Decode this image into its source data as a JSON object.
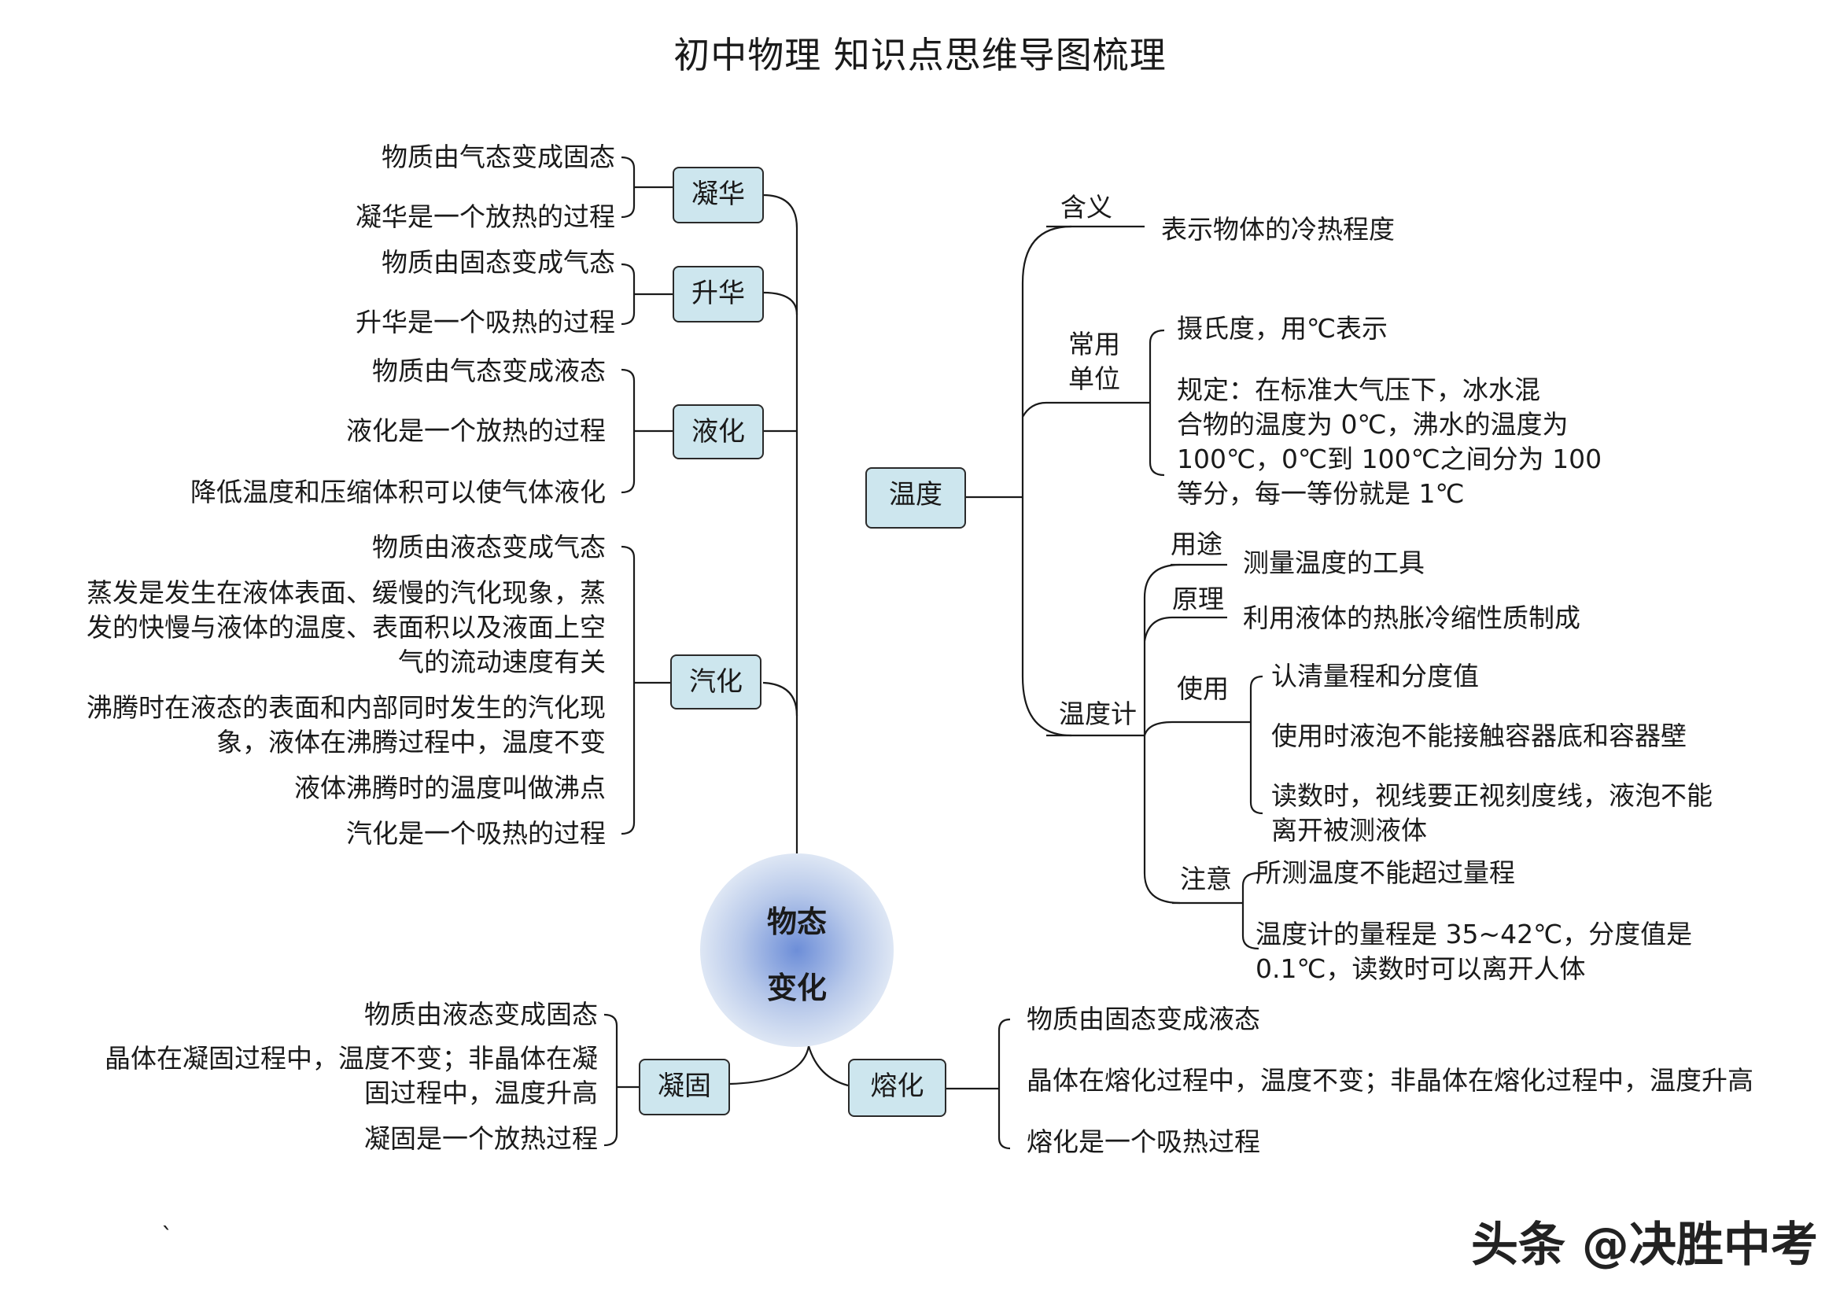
{
  "title": "初中物理  知识点思维导图梳理",
  "center": {
    "line1": "物态",
    "line2": "变化"
  },
  "ninghua": {
    "label": "凝华",
    "items": [
      "物质由气态变成固态",
      "凝华是一个放热的过程"
    ]
  },
  "shenghua": {
    "label": "升华",
    "items": [
      "物质由固态变成气态",
      "升华是一个吸热的过程"
    ]
  },
  "yehua": {
    "label": "液化",
    "items": [
      "物质由气态变成液态",
      "液化是一个放热的过程",
      "降低温度和压缩体积可以使气体液化"
    ]
  },
  "qihua": {
    "label": "汽化",
    "item1": "物质由液态变成气态",
    "item2": [
      "蒸发是发生在液体表面、缓慢的汽化现象，蒸",
      "发的快慢与液体的温度、表面积以及液面上空",
      "气的流动速度有关"
    ],
    "item3": [
      "沸腾时在液态的表面和内部同时发生的汽化现",
      "象，液体在沸腾过程中，温度不变"
    ],
    "item4": "液体沸腾时的温度叫做沸点",
    "item5": "汽化是一个吸热的过程"
  },
  "ninggu": {
    "label": "凝固",
    "item1": "物质由液态变成固态",
    "item2": [
      "晶体在凝固过程中，温度不变；非晶体在凝",
      "固过程中，温度升高"
    ],
    "item3": "凝固是一个放热过程"
  },
  "ronghua": {
    "label": "熔化",
    "items": [
      "物质由固态变成液态",
      "晶体在熔化过程中，温度不变；非晶体在熔化过程中，温度升高",
      "熔化是一个吸热过程"
    ]
  },
  "wendu": {
    "label": "温度",
    "hanyi": {
      "label": "含义",
      "text": "表示物体的冷热程度"
    },
    "danwei": {
      "label1": "常用",
      "label2": "单位",
      "item1": "摄氏度，用℃表示",
      "item2": [
        "规定：在标准大气压下，冰水混",
        "合物的温度为 0℃，沸水的温度为",
        "100℃，0℃到 100℃之间分为 100",
        "等分，每一等份就是 1℃"
      ]
    },
    "wenduji": {
      "label": "温度计",
      "yongtu": {
        "label": "用途",
        "text": "测量温度的工具"
      },
      "yuanli": {
        "label": "原理",
        "text": "利用液体的热胀冷缩性质制成"
      },
      "shiyong": {
        "label": "使用",
        "item1": "认清量程和分度值",
        "item2": "使用时液泡不能接触容器底和容器壁",
        "item3": [
          "读数时，视线要正视刻度线，液泡不能",
          "离开被测液体"
        ]
      },
      "zhuyi": {
        "label": "注意",
        "item1": "所测温度不能超过量程",
        "item2": [
          "温度计的量程是 35~42℃，分度值是",
          "0.1℃，读数时可以离开人体"
        ]
      }
    }
  },
  "stray_mark": "`",
  "watermark": "头条 @决胜中考"
}
